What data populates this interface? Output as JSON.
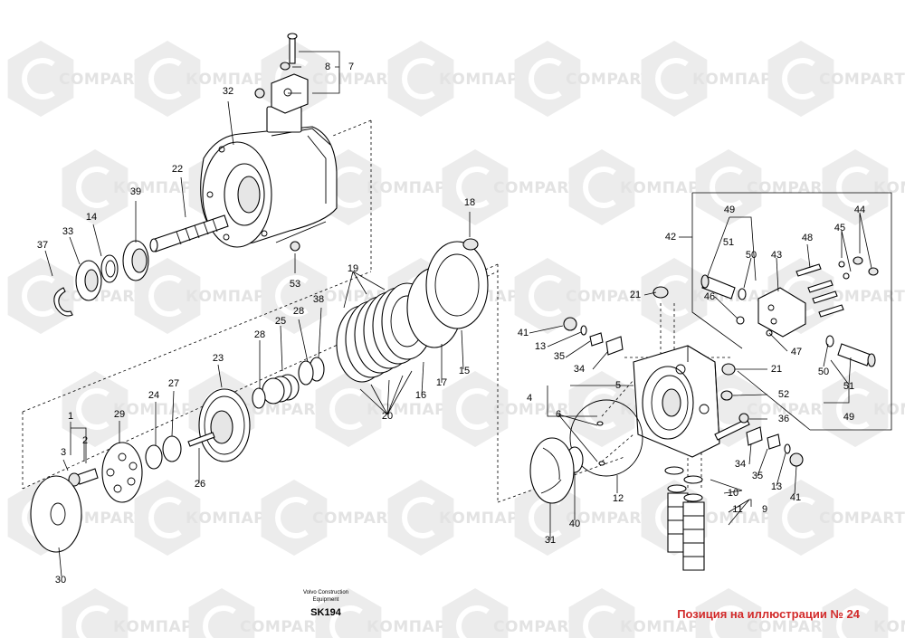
{
  "watermark": {
    "latin": "COMPART",
    "cyrillic": "КОМПАРТ"
  },
  "footer": {
    "company_line1": "Volvo Construction",
    "company_line2": "Equipment",
    "code": "SK194"
  },
  "caption": "Позиция на иллюстрации № 24",
  "labels": [
    "1",
    "2",
    "3",
    "4",
    "5",
    "6",
    "7",
    "8",
    "9",
    "10",
    "11",
    "12",
    "13",
    "14",
    "15",
    "16",
    "17",
    "18",
    "19",
    "20",
    "21",
    "22",
    "23",
    "24",
    "25",
    "26",
    "27",
    "28",
    "29",
    "30",
    "31",
    "32",
    "33",
    "34",
    "35",
    "36",
    "37",
    "38",
    "39",
    "40",
    "41",
    "42",
    "43",
    "44",
    "45",
    "46",
    "47",
    "48",
    "49",
    "50",
    "51",
    "52",
    "53"
  ]
}
